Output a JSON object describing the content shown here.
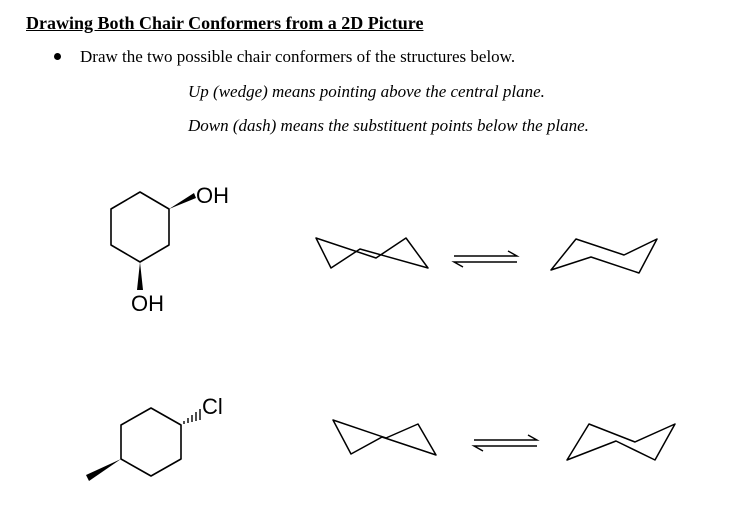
{
  "title": "Drawing Both Chair Conformers from a 2D Picture",
  "bullet": "Draw the two possible chair conformers of the structures below.",
  "notes": [
    "Up (wedge) means pointing above the central plane.",
    "Down (dash) means the substituent points below the plane."
  ],
  "molecules": [
    {
      "substituent_top": "OH",
      "substituent_bottom": "OH"
    },
    {
      "substituent_top": "Cl"
    }
  ]
}
